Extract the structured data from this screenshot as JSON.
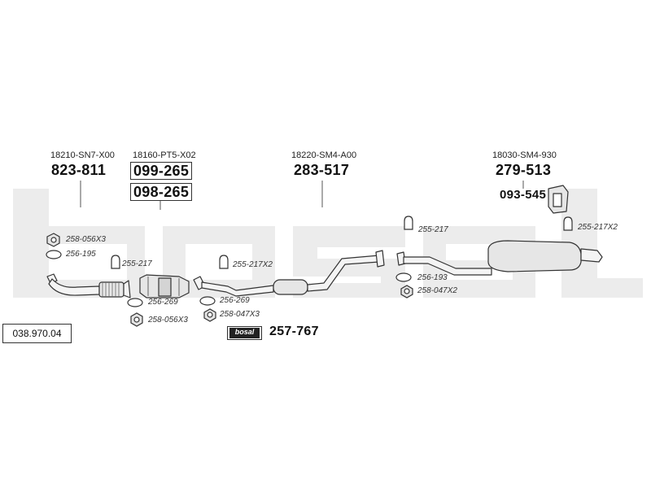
{
  "catalog_number": "038.970.04",
  "brand_badge": "bosal",
  "brand_color": "#222222",
  "watermark_color": "#ececec",
  "sections": [
    {
      "oem": "18210-SN7-X00",
      "part": "823-811"
    },
    {
      "oem": "18160-PT5-X02",
      "part_a": "099-265",
      "part_b": "098-265"
    },
    {
      "oem": "18220-SM4-A00",
      "part": "283-517"
    },
    {
      "oem": "18030-SM4-930",
      "part": "279-513",
      "mount": "093-545"
    }
  ],
  "accessories": {
    "nut_1": "258-056X3",
    "gasket_1": "256-195",
    "clamp_1": "255-217",
    "gasket_2": "256-269",
    "nut_2": "258-056X3",
    "clamp_2": "255-217X2",
    "gasket_3": "256-269",
    "nut_3": "258-047X3",
    "kit": "257-767",
    "clamp_3": "255-217",
    "gasket_4": "256-193",
    "nut_4": "258-047X2",
    "clamp_4": "255-217X2"
  }
}
